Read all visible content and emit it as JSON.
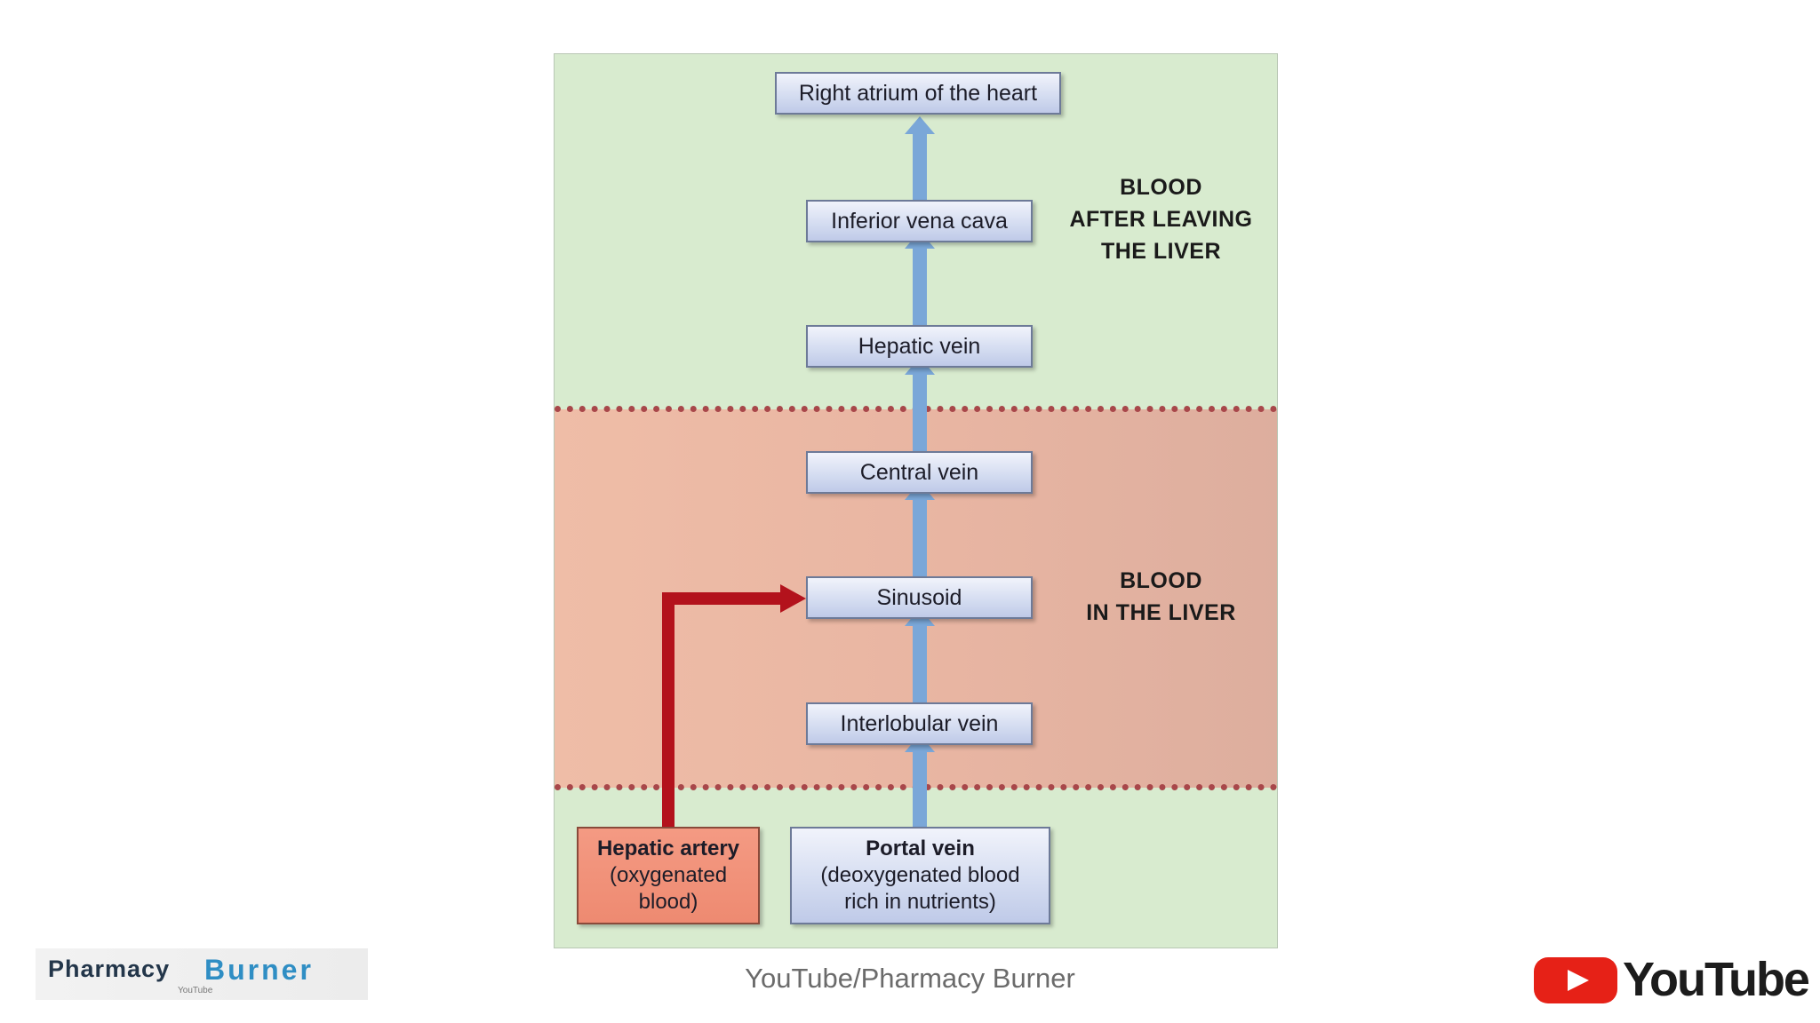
{
  "diagram": {
    "nodes": {
      "right_atrium": "Right atrium of the heart",
      "inferior_vena_cava": "Inferior vena cava",
      "hepatic_vein": "Hepatic vein",
      "central_vein": "Central vein",
      "sinusoid": "Sinusoid",
      "interlobular_vein": "Interlobular vein",
      "hepatic_artery": {
        "title": "Hepatic artery",
        "line1": "(oxygenated",
        "line2": "blood)"
      },
      "portal_vein": {
        "title": "Portal vein",
        "line1": "(deoxygenated blood",
        "line2": "rich in nutrients)"
      }
    },
    "zones": {
      "after_leaving": [
        "BLOOD",
        "AFTER LEAVING",
        "THE LIVER"
      ],
      "in_liver": [
        "BLOOD",
        "IN THE LIVER"
      ]
    },
    "colors": {
      "flow_arrow": "#7aa7d8",
      "artery_arrow": "#b3121c",
      "zone_outside": "#d8ebcf",
      "zone_liver": "#ebb8a4"
    }
  },
  "footer": {
    "caption": "YouTube/Pharmacy Burner",
    "left_logo": [
      "Pharmacy",
      "Burner",
      "YouTube"
    ],
    "right_logo": "YouTube"
  }
}
